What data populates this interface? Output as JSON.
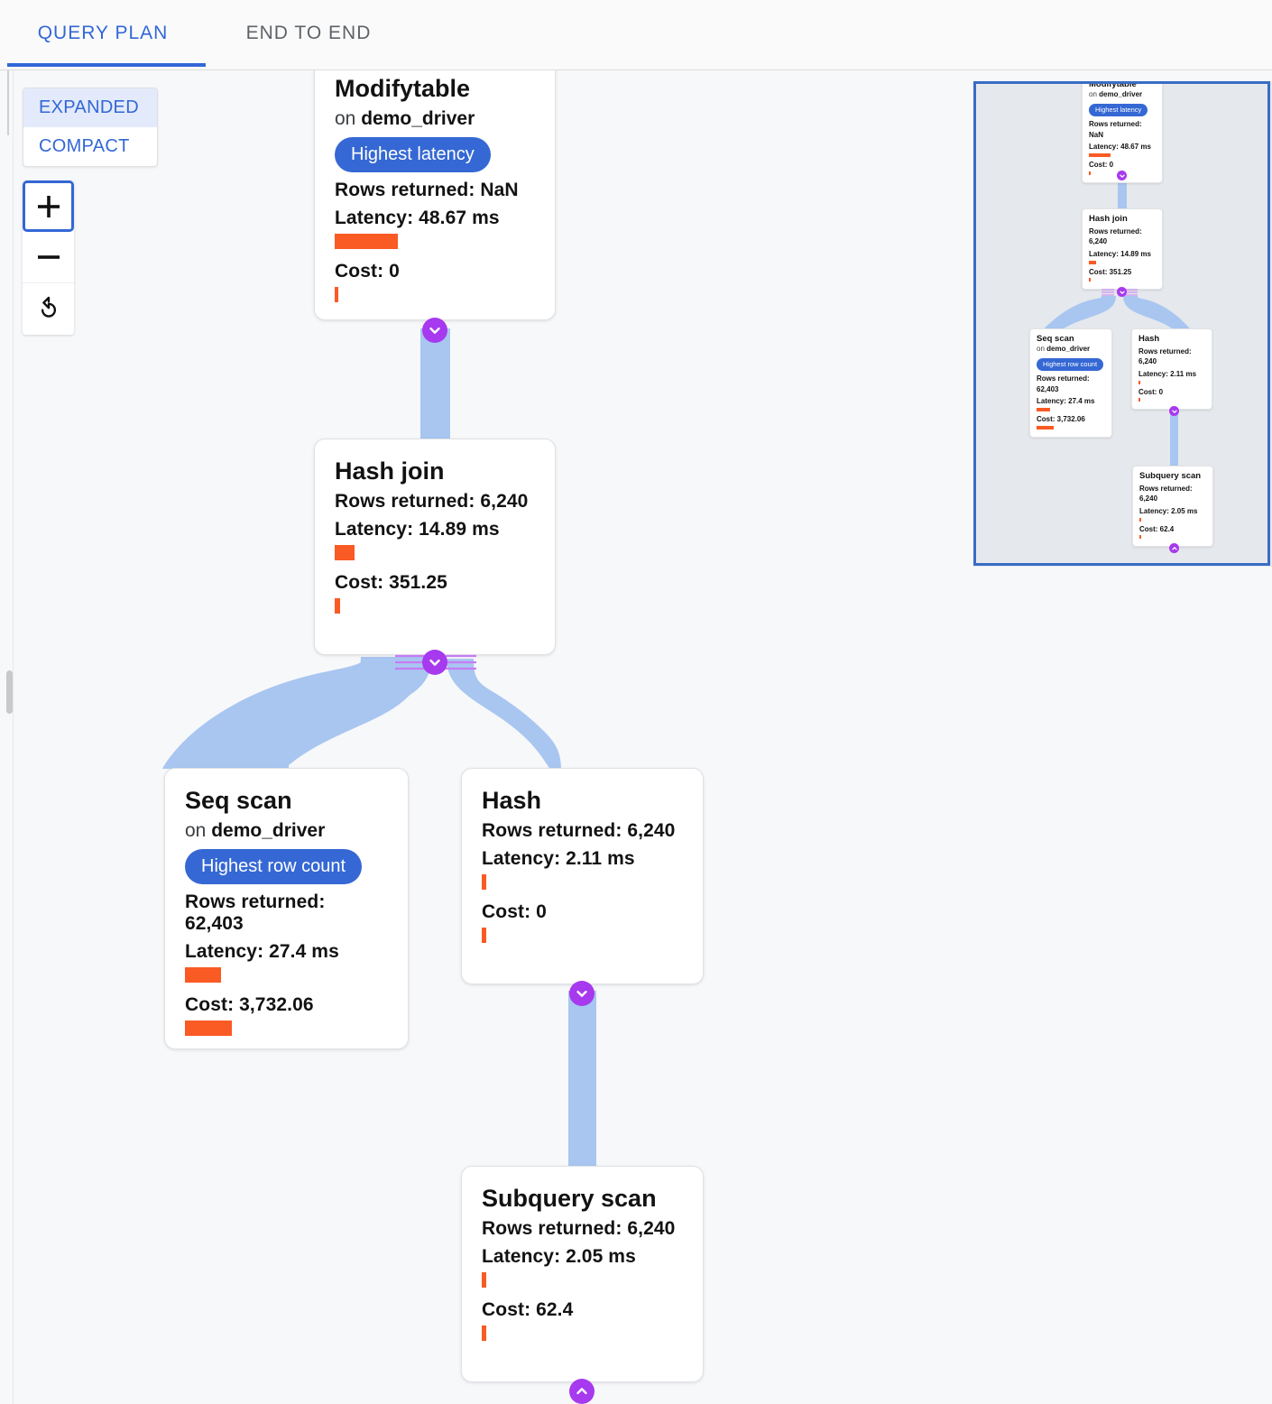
{
  "tabs": [
    {
      "id": "query-plan",
      "label": "QUERY PLAN",
      "active": true
    },
    {
      "id": "end-to-end",
      "label": "END TO END",
      "active": false
    }
  ],
  "view_mode": {
    "options": [
      "EXPANDED",
      "COMPACT"
    ],
    "selected": "EXPANDED",
    "expanded_label": "EXPANDED",
    "compact_label": "COMPACT"
  },
  "zoom_controls": {
    "zoom_in_label": "+",
    "zoom_out_label": "−",
    "reset_label": "↺"
  },
  "labels": {
    "on_prefix": "on ",
    "rows_prefix": "Rows returned: ",
    "latency_prefix": "Latency: ",
    "cost_prefix": "Cost: "
  },
  "colors": {
    "accent_blue": "#3367d6",
    "badge_blue": "#3568d4",
    "bar_orange": "#fa5a23",
    "edge_blue": "#a8c6f0",
    "toggle_purple": "#a739ee",
    "split_purple": "#c77cf5",
    "canvas_bg": "#f7f8fa",
    "minimap_bg": "#e5e8ec",
    "minimap_border": "#3a6cc4"
  },
  "nodes": [
    {
      "id": "modifytable",
      "title": "Modifytable",
      "relation": "demo_driver",
      "badge": "Highest latency",
      "rows_returned": "NaN",
      "latency": "48.67 ms",
      "cost": "0",
      "latency_bar_width": 70,
      "cost_bar_width": 4,
      "toggle": "collapse-down"
    },
    {
      "id": "hash-join",
      "title": "Hash join",
      "relation": null,
      "badge": null,
      "rows_returned": "6,240",
      "latency": "14.89 ms",
      "cost": "351.25",
      "latency_bar_width": 22,
      "cost_bar_width": 6,
      "toggle": "collapse-down-split"
    },
    {
      "id": "seq-scan",
      "title": "Seq scan",
      "relation": "demo_driver",
      "badge": "Highest row count",
      "rows_returned": "62,403",
      "latency": "27.4 ms",
      "cost": "3,732.06",
      "latency_bar_width": 40,
      "cost_bar_width": 52,
      "toggle": null
    },
    {
      "id": "hash",
      "title": "Hash",
      "relation": null,
      "badge": null,
      "rows_returned": "6,240",
      "latency": "2.11 ms",
      "cost": "0",
      "latency_bar_width": 5,
      "cost_bar_width": 5,
      "toggle": "collapse-down"
    },
    {
      "id": "subquery-scan",
      "title": "Subquery scan",
      "relation": null,
      "badge": null,
      "rows_returned": "6,240",
      "latency": "2.05 ms",
      "cost": "62.4",
      "latency_bar_width": 5,
      "cost_bar_width": 5,
      "toggle": "expand-up"
    }
  ],
  "minimap": {
    "present": true,
    "nodes": [
      {
        "id": "mm-modifytable",
        "title": "Modifytable",
        "relation": "demo_driver",
        "badge": "Highest latency",
        "rows_returned": "NaN",
        "latency": "48.67 ms",
        "cost": "0"
      },
      {
        "id": "mm-hash-join",
        "title": "Hash join",
        "relation": null,
        "badge": null,
        "rows_returned": "6,240",
        "latency": "14.89 ms",
        "cost": "351.25"
      },
      {
        "id": "mm-seq-scan",
        "title": "Seq scan",
        "relation": "demo_driver",
        "badge": "Highest row count",
        "rows_returned": "62,403",
        "latency": "27.4 ms",
        "cost": "3,732.06"
      },
      {
        "id": "mm-hash",
        "title": "Hash",
        "relation": null,
        "badge": null,
        "rows_returned": "6,240",
        "latency": "2.11 ms",
        "cost": "0"
      },
      {
        "id": "mm-subquery-scan",
        "title": "Subquery scan",
        "relation": null,
        "badge": null,
        "rows_returned": "6,240",
        "latency": "2.05 ms",
        "cost": "62.4"
      }
    ]
  }
}
